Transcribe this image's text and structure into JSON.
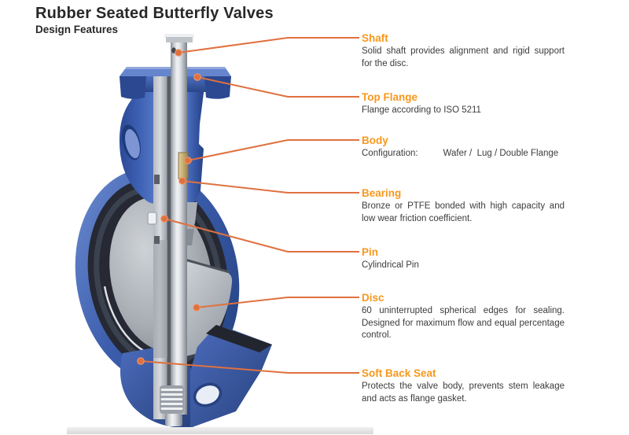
{
  "page": {
    "title": "Rubber Seated Butterfly Valves",
    "subtitle": "Design Features"
  },
  "colors": {
    "accent_orange": "#F8981D",
    "leader_orange": "#E0713F",
    "title_color": "#282828",
    "text_color": "#3C3C3C",
    "valve_blue": "#3A5EAE",
    "valve_blue_dark": "#24407E",
    "rubber_seat_dark": "#262933",
    "disc_gray": "#9BA1A9",
    "bearing_brass": "#C6AE72"
  },
  "callouts": [
    {
      "title": "Shaft",
      "description": "Solid shaft provides alignment and rigid support for the disc."
    },
    {
      "title": "Top Flange",
      "description": "Flange according to ISO 5211"
    },
    {
      "title": "Body",
      "description": "Configuration:          Wafer /  Lug / Double Flange"
    },
    {
      "title": "Bearing",
      "description": "Bronze or PTFE bonded with high capacity and low wear friction coefficient."
    },
    {
      "title": "Pin",
      "description": "Cylindrical Pin"
    },
    {
      "title": "Disc",
      "description": "60 uninterrupted spherical edges for sealing. Designed for maximum flow and equal percentage control."
    },
    {
      "title": "Soft Back Seat",
      "description": "Protects the valve body, prevents stem leakage and acts as flange gasket."
    }
  ]
}
